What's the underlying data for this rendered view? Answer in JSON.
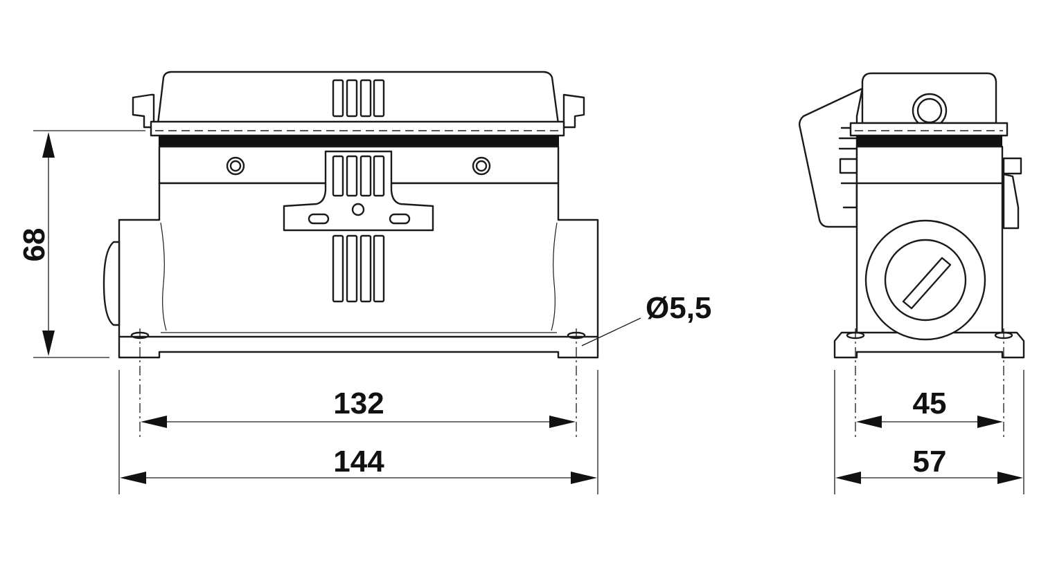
{
  "drawing": {
    "front_view": {
      "height_label": "68",
      "hole_spacing_label": "132",
      "overall_width_label": "144",
      "hole_diameter_label": "Ø5,5"
    },
    "side_view": {
      "hole_spacing_label": "45",
      "overall_width_label": "57"
    },
    "colors": {
      "line": "#1a1a1a",
      "background": "#ffffff"
    }
  }
}
